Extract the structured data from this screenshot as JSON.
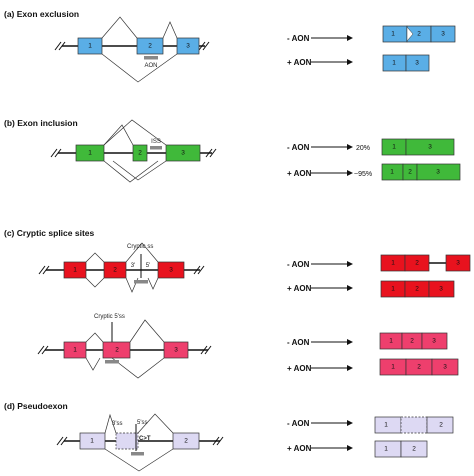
{
  "colors": {
    "blue": "#5aaee6",
    "green": "#40b93a",
    "red": "#e8121e",
    "pink": "#ee3f6d",
    "lavender": "#ddd9f3",
    "aon_bar": "#888888"
  },
  "panels": {
    "a": {
      "title": "(a) Exon exclusion",
      "exon1": "1",
      "exon2": "2",
      "exon3": "3",
      "aon_label": "AON"
    },
    "b": {
      "title": "(b) Exon inclusion",
      "exon1": "1",
      "exon2": "2",
      "exon3": "3",
      "iss_label": "ISS"
    },
    "c": {
      "title": "(c) Cryptic splice sites",
      "exon1": "1",
      "exon2": "2",
      "exon3": "3",
      "cryptic_ss_label": "Cryptic ss",
      "site3_label": "3'",
      "site5_label": "5'",
      "cryptic5_label": "Cryptic 5'ss"
    },
    "d": {
      "title": "(d) Pseudoexon",
      "exon1": "1",
      "exon2": "2",
      "ss3_label": "3'ss",
      "ss5_label": "5'ss",
      "mutation_label": "C>T"
    }
  },
  "results": {
    "minus_aon": "- AON",
    "plus_aon": "+ AON",
    "b_minus_pct": "20%",
    "b_plus_pct": "~95%"
  }
}
